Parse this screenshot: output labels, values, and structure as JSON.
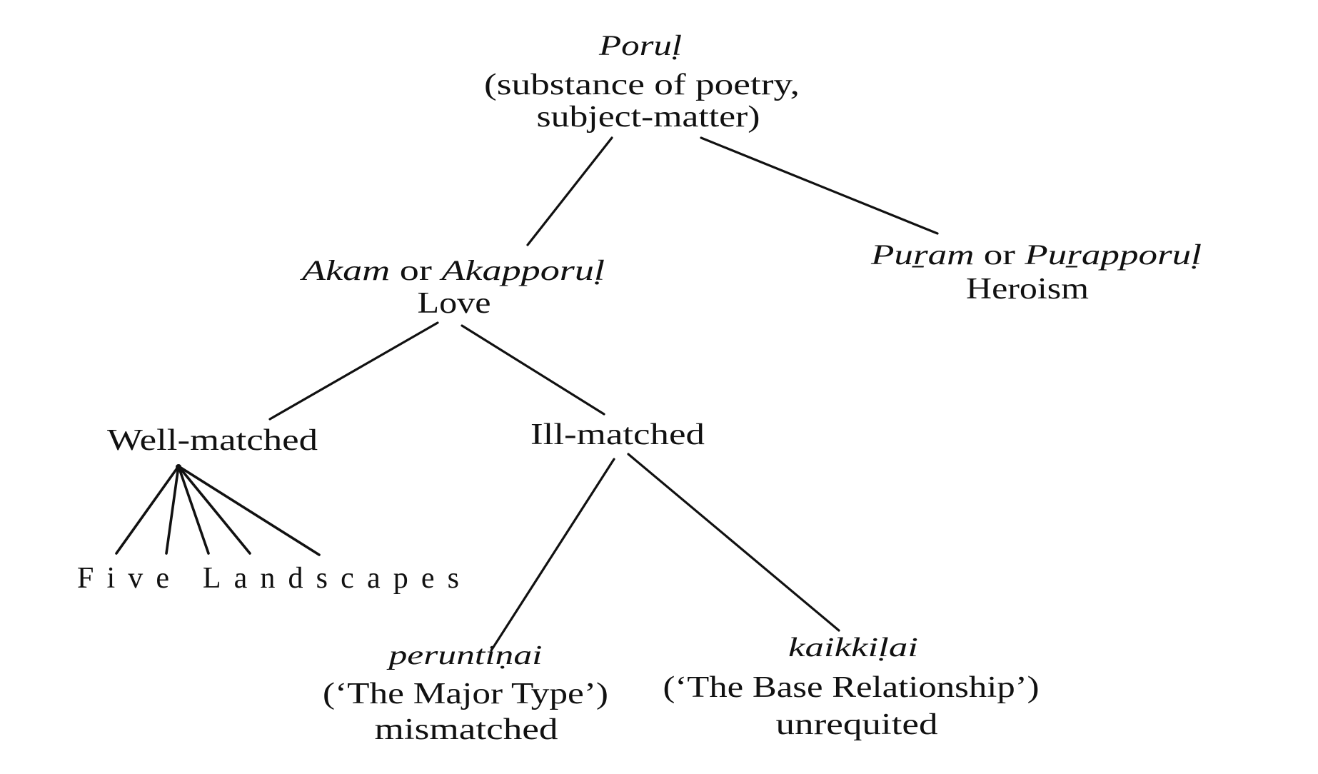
{
  "diagram": {
    "title": "Poruḷ classification tree",
    "nodes": {
      "root": {
        "label": "Poruḷ",
        "gloss_line1": "(substance of poetry,",
        "gloss_line2": "subject-matter)"
      },
      "akam": {
        "term1": "Akam",
        "connector": " or ",
        "term2": "Akapporuḷ",
        "gloss": "Love"
      },
      "puram": {
        "term1": "Puṟam",
        "connector": " or ",
        "term2": "Puṟapporuḷ",
        "gloss": "Heroism"
      },
      "well_matched": {
        "label": "Well-matched"
      },
      "ill_matched": {
        "label": "Ill-matched"
      },
      "five_landscapes": {
        "label": "Five Landscapes",
        "branch_count": 5
      },
      "peruntinai": {
        "term": "peruntiṇai",
        "gloss": "(‘The Major Type’)",
        "description": "mismatched"
      },
      "kaikkilai": {
        "term": "kaikkiḷai",
        "gloss": "(‘The Base Relationship’)",
        "description": "unrequited"
      }
    },
    "edges": [
      {
        "from": "root",
        "to": "akam"
      },
      {
        "from": "root",
        "to": "puram"
      },
      {
        "from": "akam",
        "to": "well_matched"
      },
      {
        "from": "akam",
        "to": "ill_matched"
      },
      {
        "from": "well_matched",
        "to": "five_landscapes"
      },
      {
        "from": "ill_matched",
        "to": "peruntinai"
      },
      {
        "from": "ill_matched",
        "to": "kaikkilai"
      }
    ],
    "colors": {
      "ink": "#111111",
      "paper": "#ffffff"
    }
  }
}
